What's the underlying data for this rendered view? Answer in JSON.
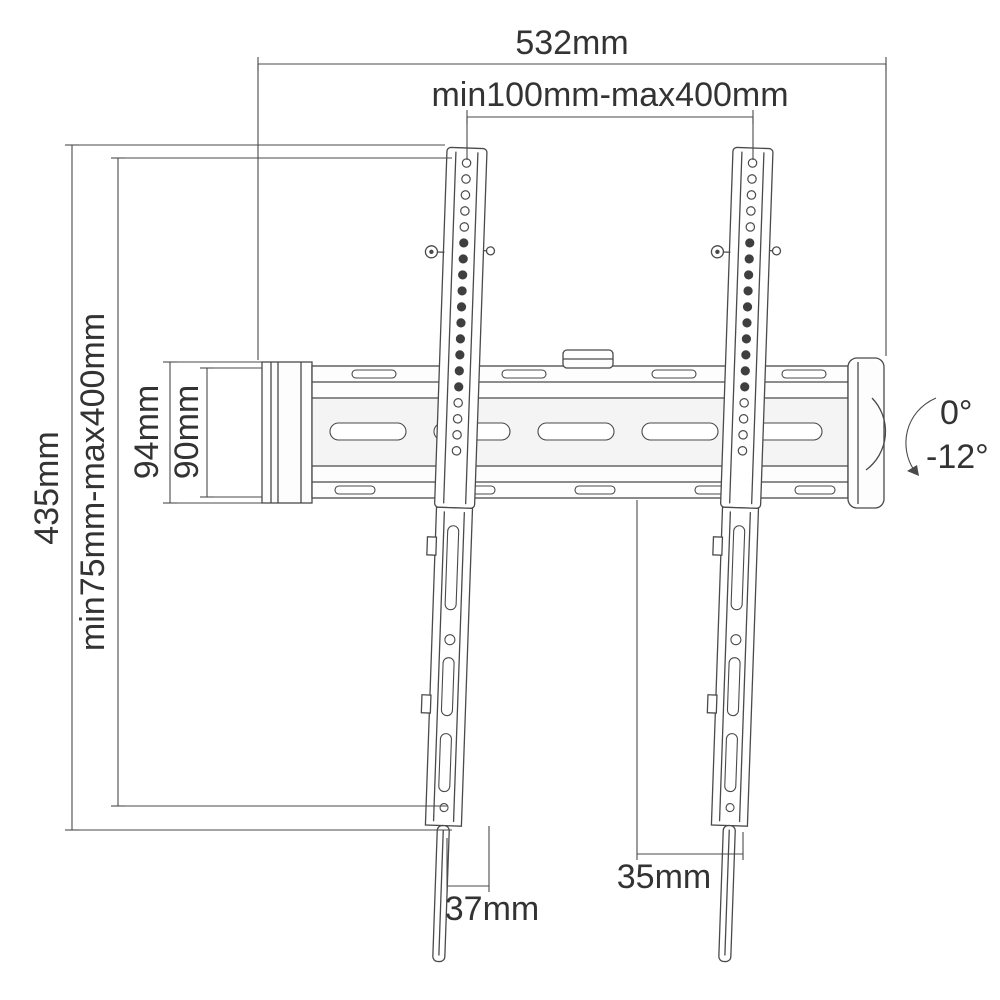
{
  "colors": {
    "line": "#4a4a4a",
    "text": "#333333"
  },
  "labels": {
    "width_total": "532mm",
    "vesa_width": "min100mm-max400mm",
    "height_total": "435mm",
    "vesa_height": "min75mm-max400mm",
    "bracket_outer": "94mm",
    "bracket_inner": "90mm",
    "depth_left": "37mm",
    "depth_right": "35mm",
    "tilt_upper": "0°",
    "tilt_lower": "-12°"
  }
}
